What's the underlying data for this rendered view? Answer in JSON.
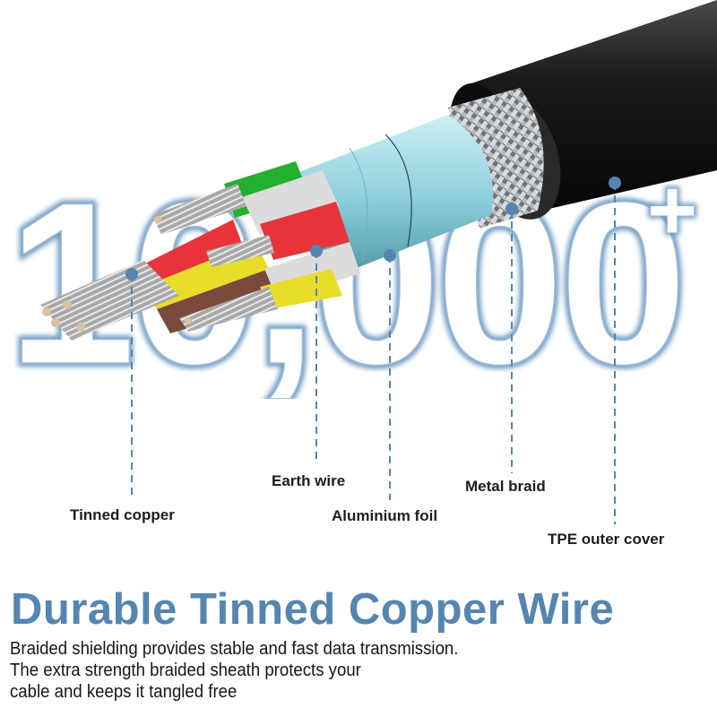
{
  "hero": {
    "number_text": "10,000",
    "superscript": "+",
    "accent_color": "#5585b0"
  },
  "cable_layers": [
    {
      "id": "tinned-copper",
      "label": "Tinned copper"
    },
    {
      "id": "earth-wire",
      "label": "Earth wire"
    },
    {
      "id": "aluminium-foil",
      "label": "Aluminium foil"
    },
    {
      "id": "metal-braid",
      "label": "Metal braid"
    },
    {
      "id": "tpe-outer-cover",
      "label": "TPE outer cover"
    }
  ],
  "wire_colors": {
    "jacket": "#1a1a1a",
    "braid": "#b9bcc0",
    "foil": "#8fd0dc",
    "red": "#e8333a",
    "green": "#22b02e",
    "yellow": "#e8dd2a",
    "brown": "#7a4a3c",
    "white": "#dcdcdc",
    "copper": "#d9c2a0"
  },
  "headline": "Durable Tinned Copper Wire",
  "description": [
    "Braided shielding provides stable and fast data transmission.",
    "The extra strength braided sheath protects your",
    "cable and keeps it tangled free"
  ]
}
